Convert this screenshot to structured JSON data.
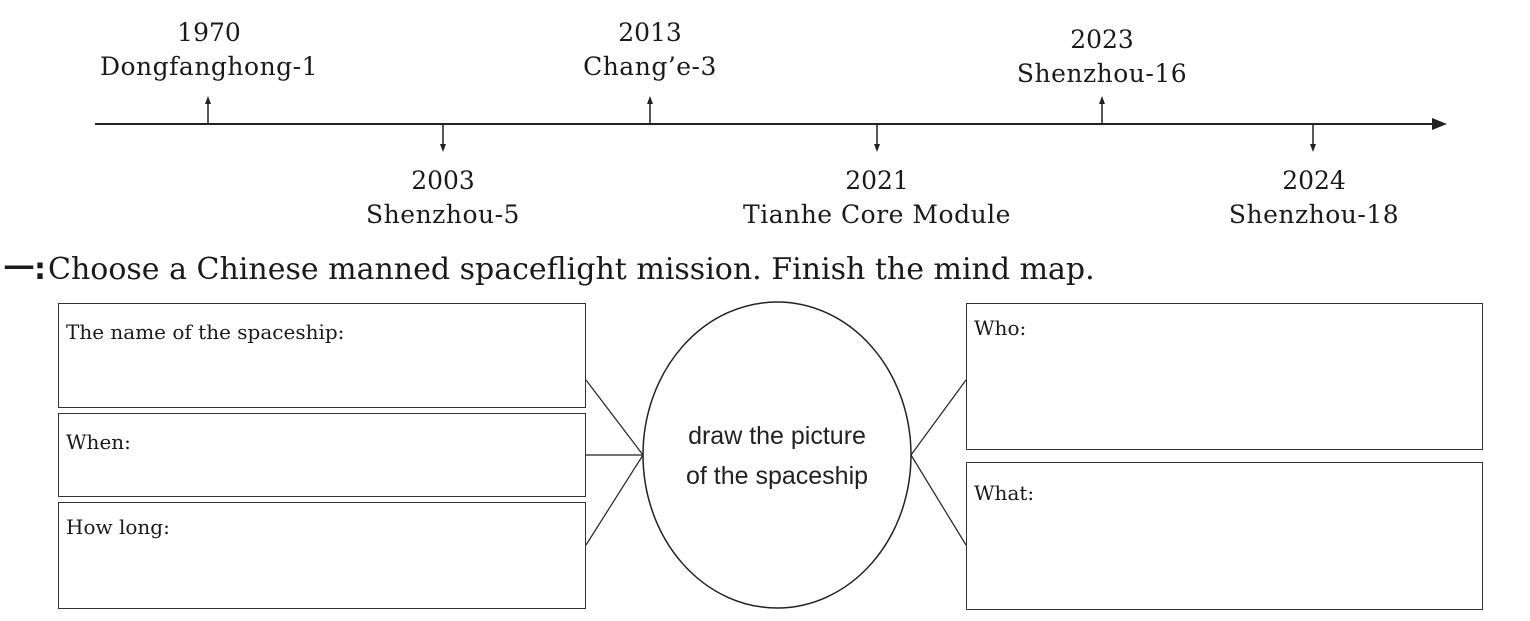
{
  "timeline": {
    "events": [
      {
        "year": "1970",
        "name": "Dongfanghong-1"
      },
      {
        "year": "2003",
        "name": "Shenzhou-5"
      },
      {
        "year": "2013",
        "name": "Chang’e-3"
      },
      {
        "year": "2021",
        "name": "Tianhe Core Module"
      },
      {
        "year": "2023",
        "name": "Shenzhou-16"
      },
      {
        "year": "2024",
        "name": "Shenzhou-18"
      }
    ]
  },
  "instruction": {
    "marker": "一:",
    "text": "Choose a Chinese manned spaceflight mission. Finish the mind map."
  },
  "mind_map": {
    "center_text_line1": "draw the picture",
    "center_text_line2": "of the spaceship",
    "left_boxes": [
      {
        "label": "The name of the spaceship:"
      },
      {
        "label": "When:"
      },
      {
        "label": "How long:"
      }
    ],
    "right_boxes": [
      {
        "label": "Who:"
      },
      {
        "label": "What:"
      }
    ]
  }
}
